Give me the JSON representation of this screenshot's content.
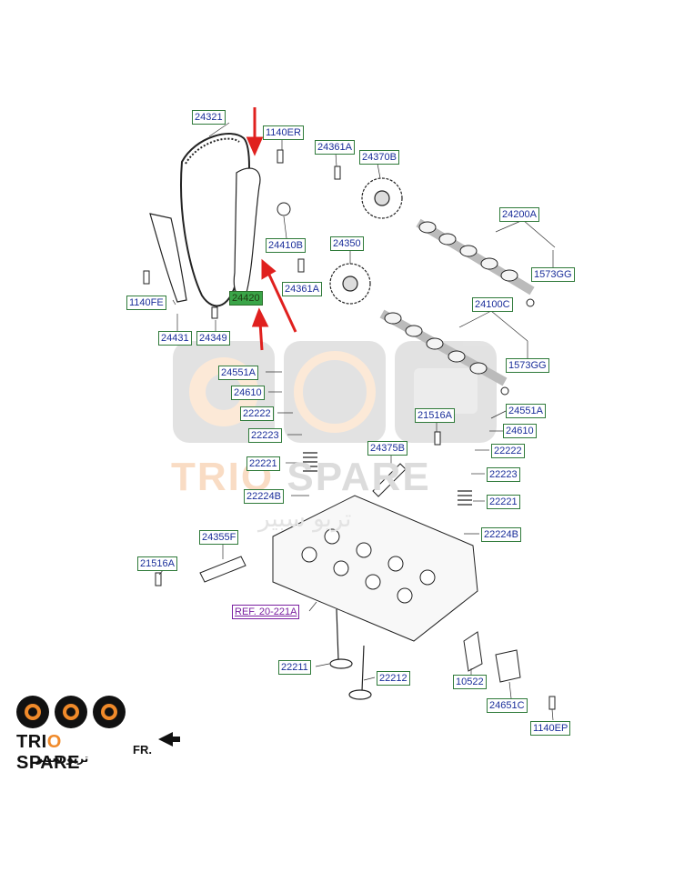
{
  "labels": {
    "l24321": "24321",
    "l1140er": "1140ER",
    "l24361a_top": "24361A",
    "l24370b": "24370B",
    "l24200a": "24200A",
    "l24410b": "24410B",
    "l24350": "24350",
    "l1573gg_top": "1573GG",
    "l1140fe": "1140FE",
    "l24420": "24420",
    "l24361a_mid": "24361A",
    "l24100c": "24100C",
    "l24431": "24431",
    "l24349": "24349",
    "l1573gg_mid": "1573GG",
    "l24551a_left": "24551A",
    "l24610_left": "24610",
    "l22222_left": "22222",
    "l22223_left": "22223",
    "l22221_left": "22221",
    "l22224b_left": "22224B",
    "l21516a_right": "21516A",
    "l24551a_right": "24551A",
    "l24610_right": "24610",
    "l24375b": "24375B",
    "l22222_right": "22222",
    "l22223_right": "22223",
    "l22221_right": "22221",
    "l22224b_right": "22224B",
    "l24355f": "24355F",
    "l21516a_left": "21516A",
    "ref": "REF. 20-221A",
    "l22211": "22211",
    "l22212": "22212",
    "l10522": "10522",
    "l24651c": "24651C",
    "l1140ep": "1140EP"
  },
  "branding": {
    "logo_part1": "TRI",
    "logo_part2": "O",
    "logo_part3": " SPARE",
    "logo_arabic": "تريو سبير",
    "watermark_trio": "TRIO",
    "watermark_spare": "SPARE",
    "watermark_arabic": "تريو سبير"
  },
  "direction_label": "FR.",
  "highlight_color": "#3aa548",
  "arrow_color": "#e0201e",
  "label_text_color": "#1a2e9a",
  "icons": [
    "timing-chain-icon",
    "camshaft-icon",
    "cylinder-head-icon",
    "valve-icon",
    "bolt-icon",
    "spring-icon",
    "front-direction-arrow-icon"
  ]
}
